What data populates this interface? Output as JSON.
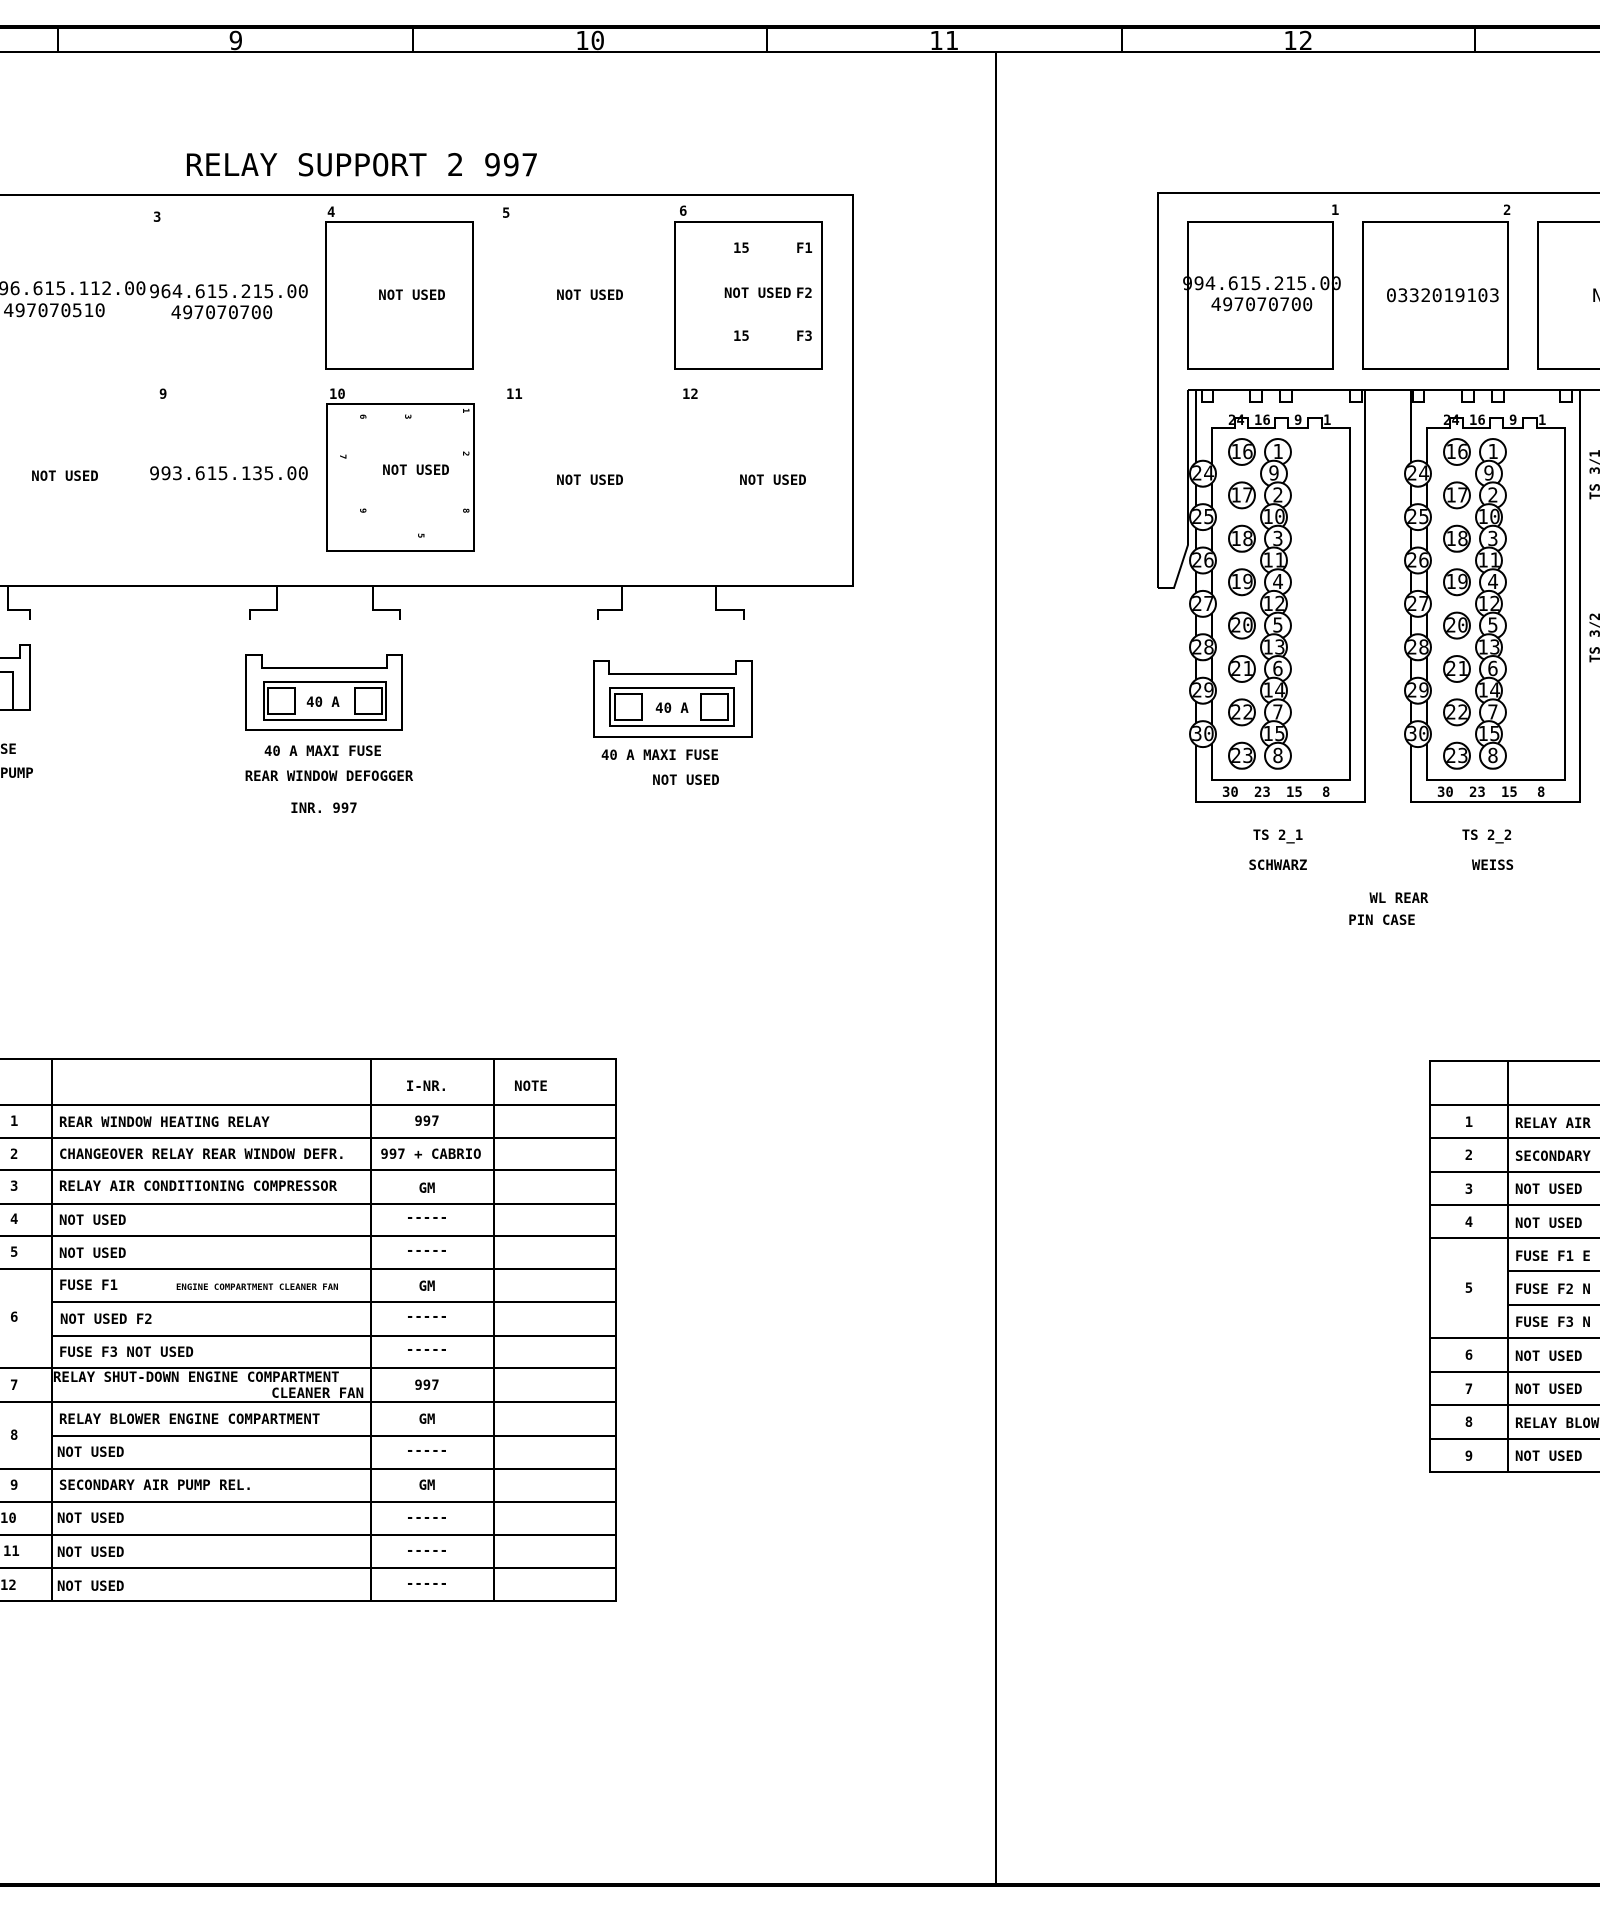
{
  "ruler": {
    "columns": [
      "9",
      "10",
      "11",
      "12"
    ]
  },
  "relay_support": {
    "title": "RELAY SUPPORT 2 997",
    "slots": [
      {
        "num": "3",
        "text": "964.615.215.00",
        "sub": "497070700"
      },
      {
        "num": "4",
        "text": "NOT USED"
      },
      {
        "num": "5",
        "text": "NOT USED"
      },
      {
        "num": "6",
        "fuses": [
          {
            "left": "15",
            "right": "F1"
          },
          {
            "left": "NOT USED",
            "right": "F2"
          },
          {
            "left": "15",
            "right": "F3"
          }
        ]
      },
      {
        "num": "9",
        "text": "993.615.135.00"
      },
      {
        "num": "10",
        "text": "NOT USED",
        "pins": [
          "6",
          "3",
          "1",
          "7",
          "2",
          "9",
          "8",
          "5"
        ]
      },
      {
        "num": "11",
        "text": "NOT USED"
      },
      {
        "num": "12",
        "text": "NOT USED"
      }
    ],
    "left_cut": {
      "text": "96.615.112.00",
      "sub": "497070510",
      "unused": "NOT USED"
    },
    "fuses": [
      {
        "rating": "40 A",
        "lines": [
          "40 A MAXI FUSE",
          "REAR WINDOW DEFOGGER",
          "INR. 997"
        ]
      },
      {
        "rating": "40 A",
        "lines": [
          "40 A MAXI FUSE",
          "NOT USED"
        ]
      }
    ],
    "left_fuse_cut": [
      "SE",
      "PUMP"
    ]
  },
  "left_table": {
    "headers": [
      "",
      "",
      "I-NR.",
      "NOTE"
    ],
    "rows": [
      {
        "pos": "1",
        "desc": "REAR WINDOW HEATING RELAY",
        "inr": "997"
      },
      {
        "pos": "2",
        "desc": "CHANGEOVER RELAY REAR WINDOW DEFR.",
        "inr": "997 + CABRIO"
      },
      {
        "pos": "3",
        "desc": "RELAY AIR CONDITIONING COMPRESSOR",
        "inr": "GM"
      },
      {
        "pos": "4",
        "desc": "NOT USED",
        "inr": "-----"
      },
      {
        "pos": "5",
        "desc": "NOT USED",
        "inr": "-----"
      },
      {
        "pos": "6",
        "lines": [
          {
            "desc": "FUSE F1",
            "small": "ENGINE COMPARTMENT CLEANER FAN",
            "inr": "GM"
          },
          {
            "desc": "NOT USED F2",
            "inr": "-----"
          },
          {
            "desc": "FUSE F3 NOT USED",
            "inr": "-----"
          }
        ]
      },
      {
        "pos": "7",
        "desc": "RELAY SHUT-DOWN ENGINE COMPARTMENT",
        "desc2": "CLEANER FAN",
        "inr": "997"
      },
      {
        "pos": "8",
        "lines": [
          {
            "desc": "RELAY BLOWER ENGINE COMPARTMENT",
            "inr": "GM"
          },
          {
            "desc": "NOT USED",
            "inr": "-----"
          }
        ]
      },
      {
        "pos": "9",
        "desc": "SECONDARY AIR PUMP REL.",
        "inr": "GM"
      },
      {
        "pos": "10",
        "desc": "NOT USED",
        "inr": "-----"
      },
      {
        "pos": "11",
        "desc": "NOT USED",
        "inr": "-----"
      },
      {
        "pos": "12",
        "desc": "NOT USED",
        "inr": "-----"
      }
    ]
  },
  "right_panel": {
    "relays": [
      {
        "num": "1",
        "text": "994.615.215.00",
        "sub": "497070700"
      },
      {
        "num": "2",
        "text": "0332019103"
      }
    ],
    "relay3_cut": "N",
    "connectors": [
      {
        "top": [
          "24",
          "16",
          "9",
          "1"
        ],
        "bottom": [
          "30",
          "23",
          "15",
          "8"
        ],
        "name": "TS 2_1",
        "color": "SCHWARZ"
      },
      {
        "top": [
          "24",
          "16",
          "9",
          "1"
        ],
        "bottom": [
          "30",
          "23",
          "15",
          "8"
        ],
        "name": "TS 2_2",
        "color": "WEISS"
      }
    ],
    "pin_rows": [
      [
        "",
        "16",
        "1"
      ],
      [
        "24",
        "9",
        "",
        ""
      ],
      [
        "",
        "17",
        "2"
      ],
      [
        "25",
        "10",
        ""
      ],
      [
        "",
        "18",
        "3"
      ],
      [
        "26",
        "11",
        ""
      ],
      [
        "",
        "19",
        "4"
      ],
      [
        "27",
        "12",
        ""
      ],
      [
        "",
        "20",
        "5"
      ],
      [
        "28",
        "13",
        ""
      ],
      [
        "",
        "21",
        "6"
      ],
      [
        "29",
        "14",
        ""
      ],
      [
        "",
        "22",
        "7"
      ],
      [
        "30",
        "15",
        ""
      ],
      [
        "",
        "23",
        "8"
      ]
    ],
    "pin_case": [
      "WL REAR",
      "PIN CASE"
    ],
    "side_labels": [
      "TS 3/1",
      "TS 3/2"
    ]
  },
  "right_table": {
    "rows": [
      {
        "pos": "1",
        "desc": "RELAY AIR"
      },
      {
        "pos": "2",
        "desc": "SECONDARY"
      },
      {
        "pos": "3",
        "desc": "NOT USED"
      },
      {
        "pos": "4",
        "desc": "NOT USED"
      },
      {
        "pos": "5",
        "lines": [
          "FUSE F1 E",
          "FUSE F2 N",
          "FUSE F3 N"
        ]
      },
      {
        "pos": "6",
        "desc": "NOT USED"
      },
      {
        "pos": "7",
        "desc": "NOT USED"
      },
      {
        "pos": "8",
        "desc": "RELAY BLOW"
      },
      {
        "pos": "9",
        "desc": "NOT USED"
      }
    ]
  }
}
